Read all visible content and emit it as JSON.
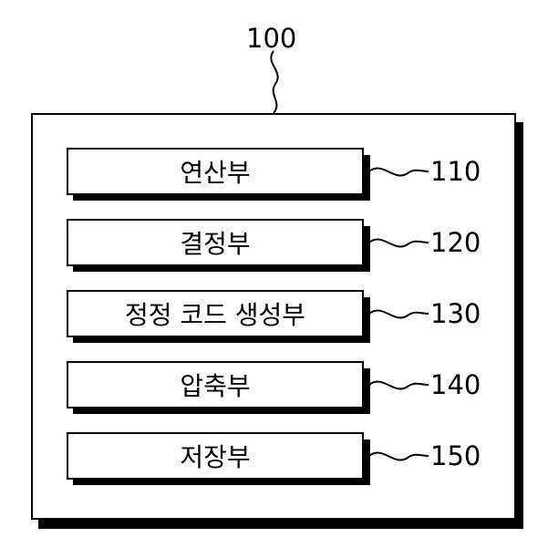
{
  "device": {
    "ref": "100"
  },
  "modules": [
    {
      "label": "연산부",
      "ref": "110"
    },
    {
      "label": "결정부",
      "ref": "120"
    },
    {
      "label": "정정 코드 생성부",
      "ref": "130"
    },
    {
      "label": "압축부",
      "ref": "140"
    },
    {
      "label": "저장부",
      "ref": "150"
    }
  ]
}
